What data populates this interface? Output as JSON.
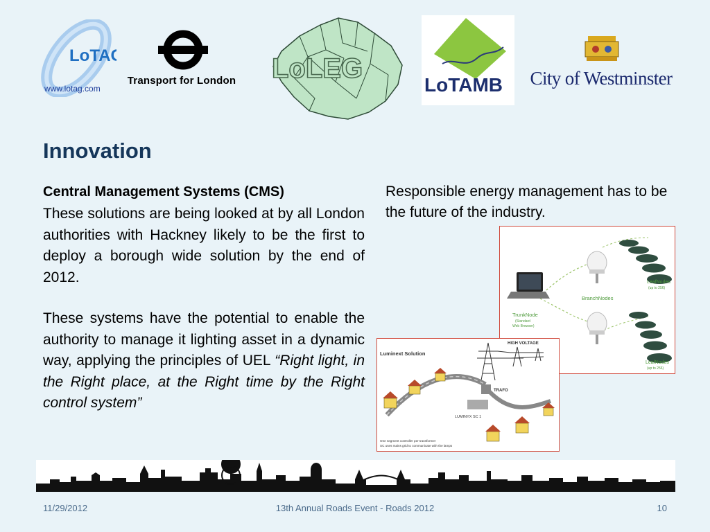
{
  "logos": {
    "lotag": {
      "name": "LoTAG",
      "url_text": "www.lotag.com"
    },
    "tfl": {
      "name": "Transport for London"
    },
    "loleg": {
      "name": "LoLEG"
    },
    "lotamb": {
      "name": "LoTAMB"
    },
    "westminster": {
      "name": "City of Westminster"
    }
  },
  "slide": {
    "title": "Innovation",
    "left": {
      "heading": "Central Management Systems (CMS)",
      "para1": "These solutions are being looked at by all London authorities with Hackney likely to be the first to deploy a borough wide solution by the end of 2012.",
      "para2_plain": "These systems have the potential to enable the authority to manage it lighting asset in a dynamic way, applying the principles of UEL ",
      "para2_quote": "“Right light, in the Right place, at the Right time by the Right control system”"
    },
    "right": {
      "text": "Responsible energy management has to be the future of the industry."
    },
    "diagram_nodes": {
      "leaf1": "LeafNodes",
      "leaf1_sub": "(up to 256)",
      "branch": "BranchNodes",
      "trunk": "TrunkNode",
      "trunk_sub1": "(Standard",
      "trunk_sub2": "Web Browser)",
      "leaf2": "LeafNodes",
      "leaf2_sub": "(up to 256)"
    },
    "diagram_luminext": {
      "title": "Luminext Solution",
      "high_voltage": "HIGH VOLTAGE",
      "trafo": "TRAFO",
      "device": "LUMINYX SC 1",
      "caption1": "One segment controller per transformer",
      "caption2": "SC uses mains grid to communicate with the lamps"
    }
  },
  "footer": {
    "date": "11/29/2012",
    "event": "13th Annual Roads Event - Roads 2012",
    "page": "10"
  },
  "colors": {
    "background": "#e9f3f8",
    "title": "#15365a",
    "picture_border": "#d04a3c",
    "loleg_green": "#bfe5c6",
    "lotamb_green": "#8cc640"
  }
}
